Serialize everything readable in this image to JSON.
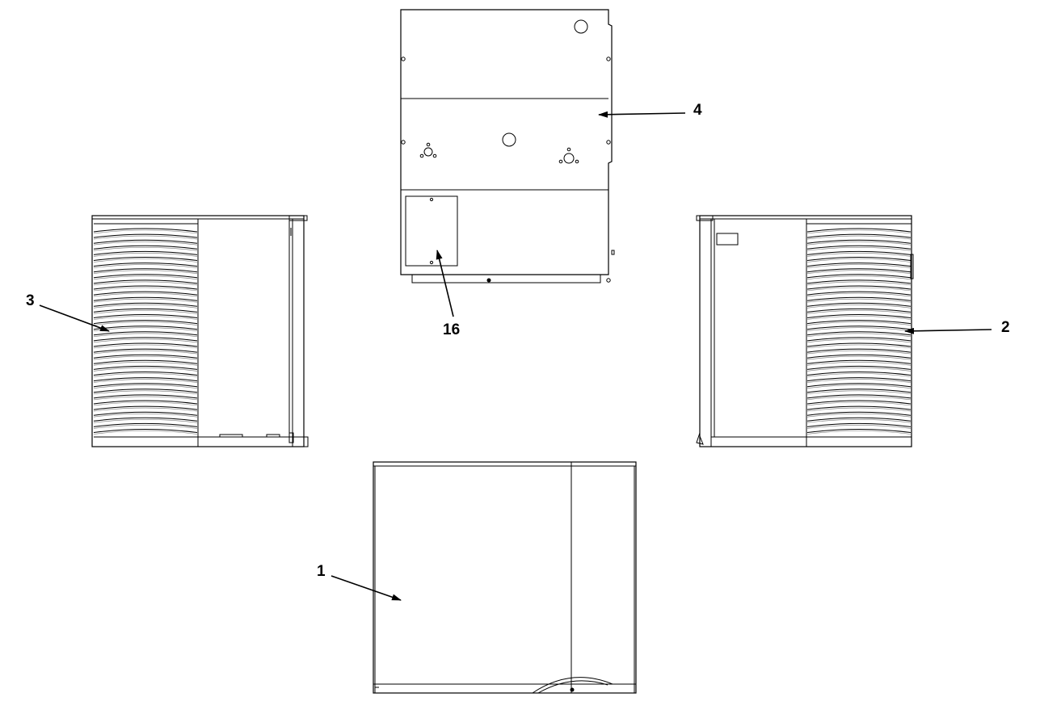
{
  "callouts": {
    "c1": "1",
    "c2": "2",
    "c3": "3",
    "c4": "4",
    "c16": "16"
  },
  "colors": {
    "line": "#000000",
    "background": "#ffffff"
  }
}
